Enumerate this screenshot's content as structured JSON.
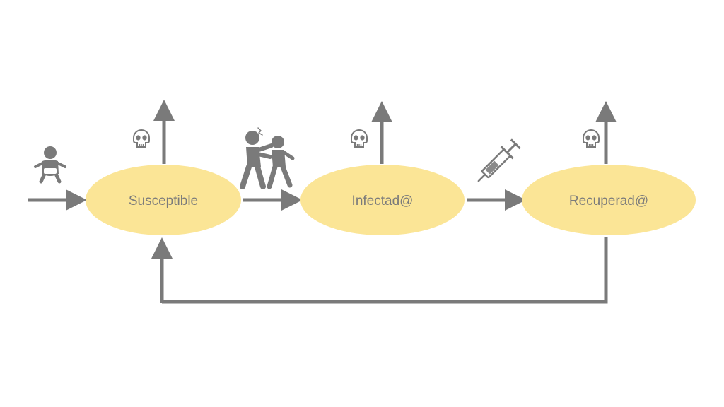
{
  "diagram": {
    "nodes": [
      {
        "id": "susceptible",
        "label": "Susceptible"
      },
      {
        "id": "infected",
        "label": "Infectad@"
      },
      {
        "id": "recovered",
        "label": "Recuperad@"
      }
    ],
    "icons": {
      "birth": "baby-icon",
      "death": "skull-icon",
      "infection": "contagion-people-icon",
      "vaccination": "syringe-icon"
    },
    "colors": {
      "node_fill": "#fbe596",
      "arrow": "#7a7a7a",
      "label": "#7b7b7b",
      "icon": "#7a7a7a",
      "background": "#ffffff"
    }
  }
}
